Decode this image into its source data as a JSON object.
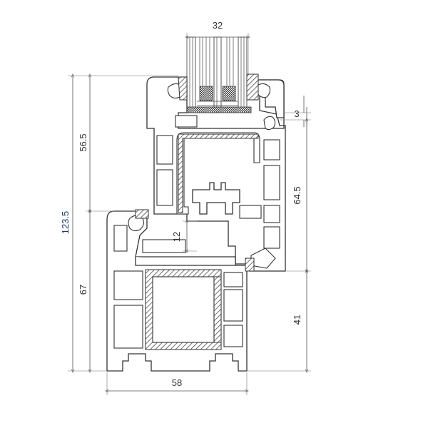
{
  "dimensions": {
    "glazing_width": "32",
    "sash_height": "56.5",
    "total_height": "123.5",
    "frame_height": "67",
    "seal_offset": "3",
    "sash_depth": "64.5",
    "overlap": "12",
    "frame_lower": "41",
    "frame_width": "58"
  },
  "colors": {
    "dimension_text": "#333333",
    "vertical_dimension_text": "#1a3a6a",
    "outline": "#333333"
  }
}
